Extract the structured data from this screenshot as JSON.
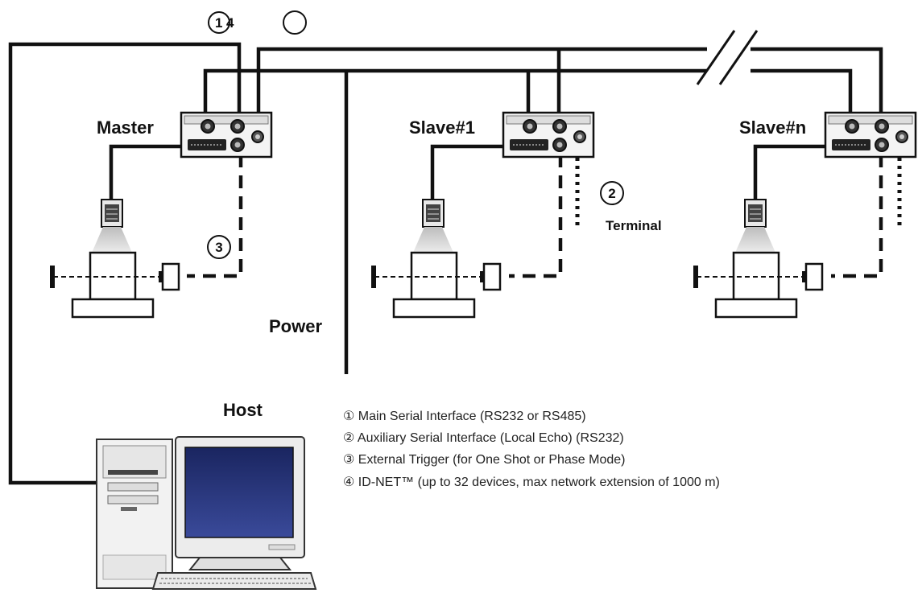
{
  "labels": {
    "master": "Master",
    "slave1": "Slave#1",
    "slaven": "Slave#n",
    "power": "Power",
    "host": "Host",
    "terminal": "Terminal"
  },
  "markers": {
    "m1": "1",
    "m4": "4",
    "m2": "2",
    "m3": "3",
    "m_empty": ""
  },
  "legend": [
    "① Main Serial Interface (RS232 or RS485)",
    "② Auxiliary Serial Interface (Local Echo) (RS232)",
    "③ External Trigger (for One Shot or Phase Mode)",
    "④ ID-NET™ (up to 32 devices, max network extension of 1000 m)"
  ]
}
